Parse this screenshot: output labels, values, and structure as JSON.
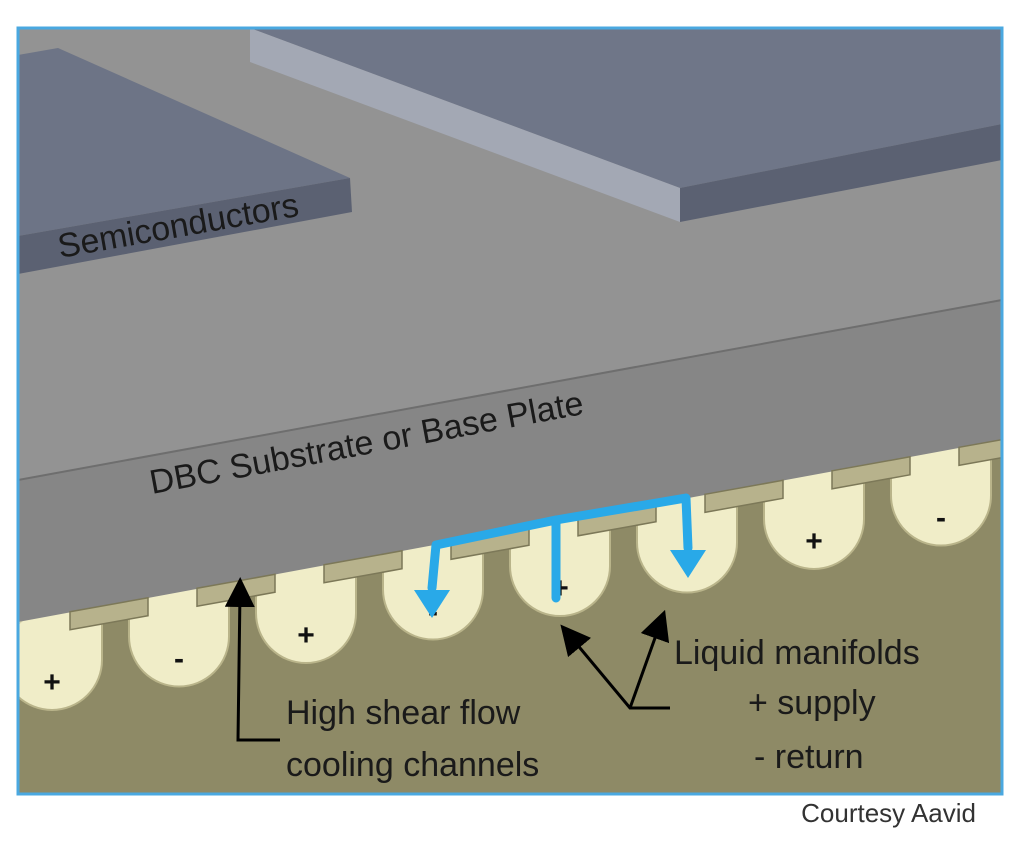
{
  "labels": {
    "semiconductors": "Semiconductors",
    "substrate": "DBC Substrate or Base Plate",
    "channels_line1": "High shear flow",
    "channels_line2": "cooling channels",
    "manifolds_line1": "Liquid manifolds",
    "manifolds_line2": "+ supply",
    "manifolds_line3": "- return"
  },
  "credit": "Courtesy Aavid",
  "manifold_signs": [
    "+",
    "-",
    "+",
    "-",
    "+",
    "-",
    "+",
    "-"
  ],
  "colors": {
    "frame": "#4aa8e0",
    "flow_arrow": "#29a9e8",
    "substrate": "#8c8c8c",
    "chip": "#6d7486",
    "base": "#8e8a66",
    "manifold": "#f0edc8"
  }
}
